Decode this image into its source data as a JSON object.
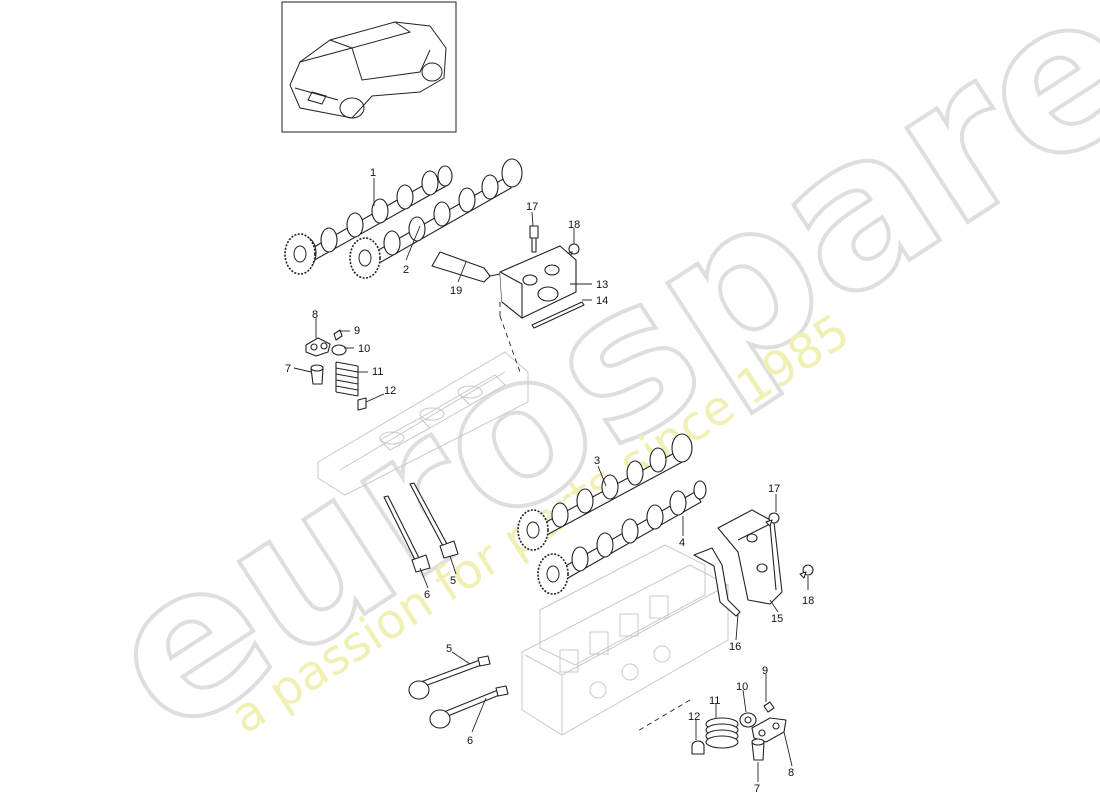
{
  "watermark": {
    "brand": "eurospares",
    "tagline": "a passion for parts since 1985"
  },
  "callouts": [
    {
      "id": "c1a",
      "text": "1"
    },
    {
      "id": "c2a",
      "text": "2"
    },
    {
      "id": "c17a",
      "text": "17"
    },
    {
      "id": "c18a",
      "text": "18"
    },
    {
      "id": "c19",
      "text": "19"
    },
    {
      "id": "c13",
      "text": "13"
    },
    {
      "id": "c14",
      "text": "14"
    },
    {
      "id": "c8a",
      "text": "8"
    },
    {
      "id": "c9a",
      "text": "9"
    },
    {
      "id": "c10a",
      "text": "10"
    },
    {
      "id": "c7a",
      "text": "7"
    },
    {
      "id": "c11a",
      "text": "11"
    },
    {
      "id": "c12a",
      "text": "12"
    },
    {
      "id": "c3",
      "text": "3"
    },
    {
      "id": "c4",
      "text": "4"
    },
    {
      "id": "c6a",
      "text": "6"
    },
    {
      "id": "c5a",
      "text": "5"
    },
    {
      "id": "c17b",
      "text": "17"
    },
    {
      "id": "c18b",
      "text": "18"
    },
    {
      "id": "c15",
      "text": "15"
    },
    {
      "id": "c16",
      "text": "16"
    },
    {
      "id": "c5b",
      "text": "5"
    },
    {
      "id": "c6b",
      "text": "6"
    },
    {
      "id": "c9b",
      "text": "9"
    },
    {
      "id": "c10b",
      "text": "10"
    },
    {
      "id": "c11b",
      "text": "11"
    },
    {
      "id": "c12b",
      "text": "12"
    },
    {
      "id": "c7b",
      "text": "7"
    },
    {
      "id": "c8b",
      "text": "8"
    }
  ]
}
